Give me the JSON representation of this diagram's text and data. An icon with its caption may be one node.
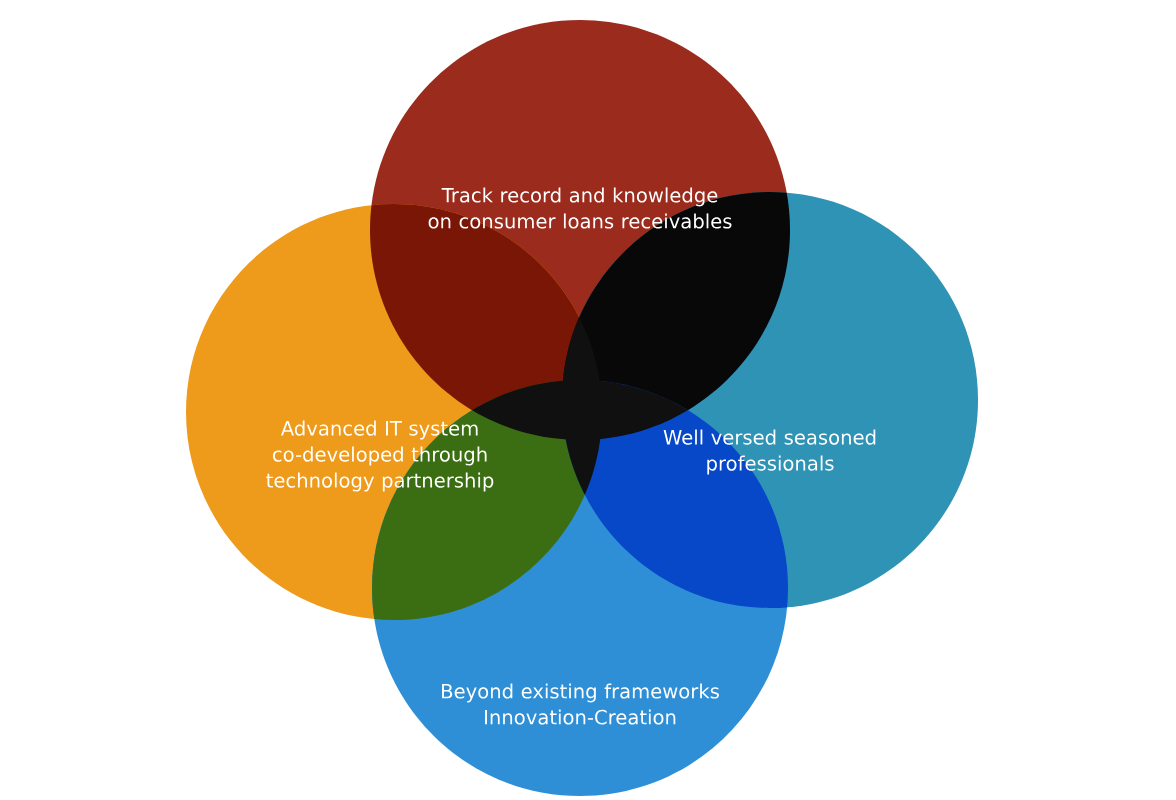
{
  "diagram": {
    "nodes": [
      {
        "text": [
          "Track record and knowledge on consumer loans receivables"
        ]
      },
      {
        "text": [
          "Advanced IT system co-developed through technology partnership"
        ]
      },
      {
        "text": [
          "Well versed seasoned professionals"
        ]
      },
      {
        "text": [
          "Beyond existing frameworks Innovation-Creation"
        ]
      }
    ]
  }
}
